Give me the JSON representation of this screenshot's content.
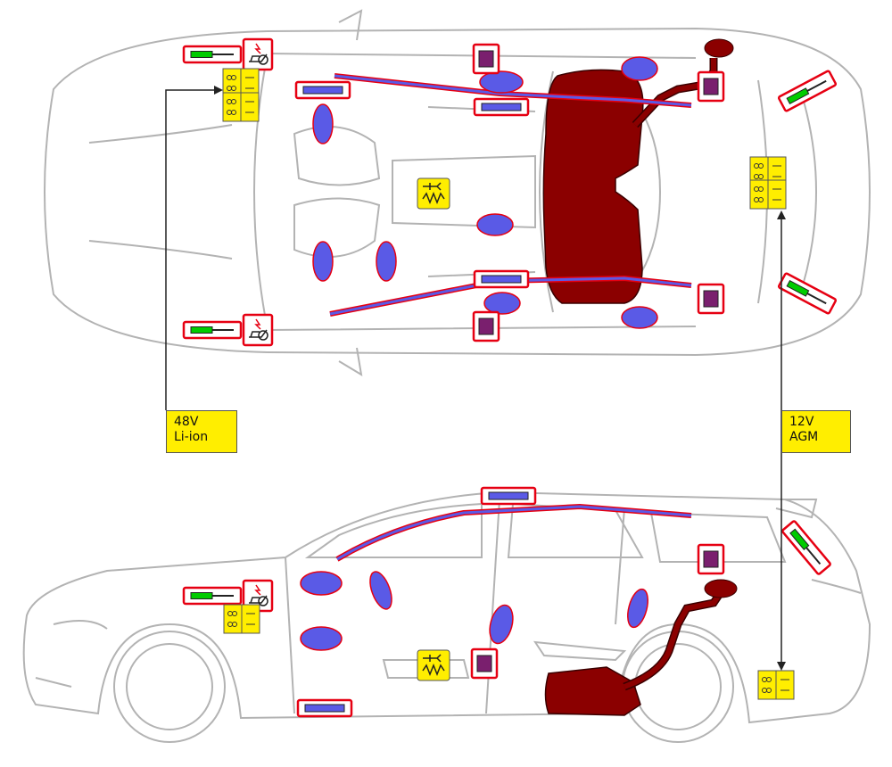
{
  "labels": {
    "battery_48v": {
      "line1": "48V",
      "line2": "Li-ion"
    },
    "battery_12v": {
      "line1": "12V",
      "line2": "AGM"
    }
  },
  "colors": {
    "car_outline": "#b3b3b3",
    "fuel_tank": "#8b0000",
    "airbag": "#5a5ae6",
    "gas_strut": "#00cc00",
    "highlight_frame": "#e60012",
    "battery": "#ffee00",
    "sensor_module": "#7a1f6e"
  },
  "icons": [
    "gas-strut-icon",
    "pretensioner-icon",
    "battery-icon",
    "airbag-icon",
    "fuel-tank-icon",
    "seatbelt-icon",
    "control-unit-icon",
    "seat-heater-icon"
  ]
}
